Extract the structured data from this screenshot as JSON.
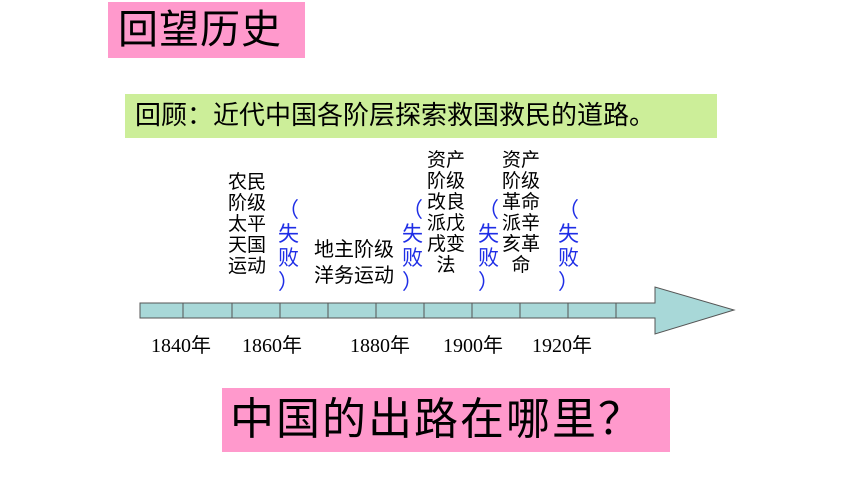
{
  "title": "回望历史",
  "review": "回顾：近代中国各阶层探索救国救民的道路。",
  "events": {
    "taiping": "农民\n阶级\n太平\n天国\n运动",
    "yangwu": "地主阶级\n洋务运动",
    "wuxu": "资产\n阶级\n改良\n派戊\n戌变\n法",
    "xinhai": "资产\n阶级\n革命\n派辛\n亥革\n命"
  },
  "fail_label": "（\n失\n败\n）",
  "years": [
    "1840年",
    "1860年",
    "1880年",
    "1900年",
    "1920年"
  ],
  "question": "中国的出路在哪里？",
  "colors": {
    "pink": "#ff99cc",
    "green": "#ccee99",
    "arrow": "#a8d8d8",
    "fail": "#1f2ee6"
  }
}
